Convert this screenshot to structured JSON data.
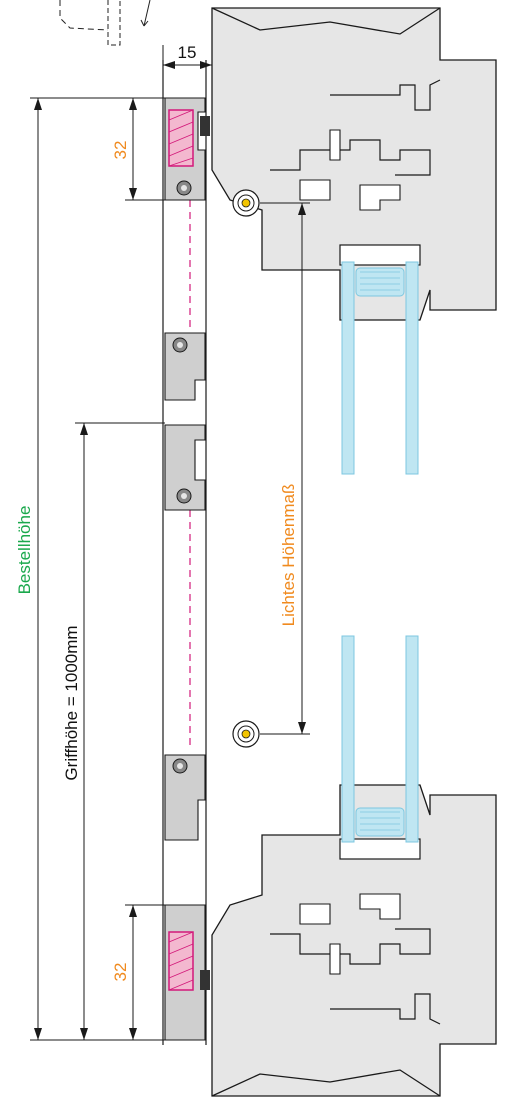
{
  "labels": {
    "top_offset": "15",
    "dim_top": "32",
    "dim_bottom": "32",
    "order_height": "Bestellhöhe",
    "handle_height": "Griffhöhe = 1000mm",
    "clear_height": "Lichtes Höhenmaß"
  },
  "colors": {
    "frame_fill": "#e6e6e6",
    "profile_fill": "#cfcfcf",
    "outline": "#1a1a1a",
    "glass": "#bfe6f2",
    "glass_edge": "#7cc7e0",
    "magenta": "#d3197a",
    "orange_label": "#f08a1e",
    "green_label": "#1aa84c",
    "screw_yellow": "#f2c400"
  },
  "icons": {
    "hinge_pivot": "screw-pivot-icon",
    "roller": "roller-icon",
    "seal": "seal-brush-icon"
  }
}
